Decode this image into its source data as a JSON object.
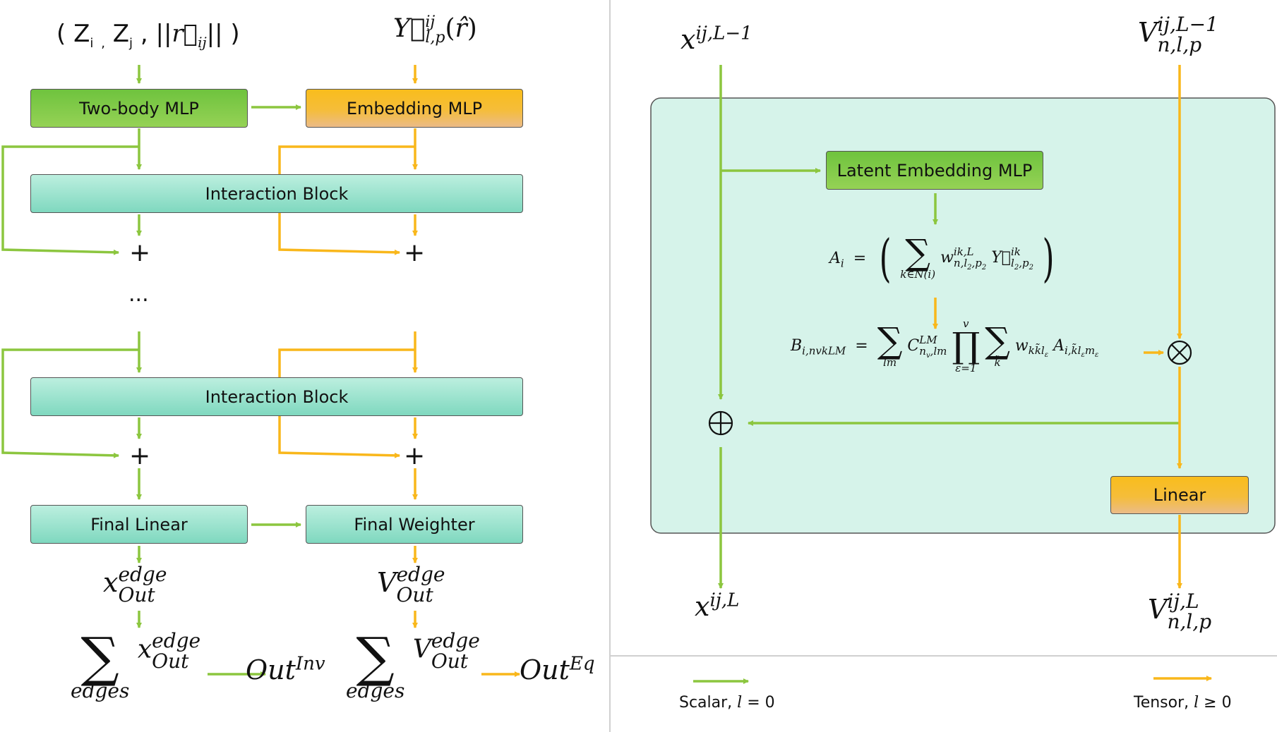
{
  "colors": {
    "scalar": "#8cc63f",
    "tensor": "#f9b71b",
    "panel": "#d6f3ea"
  },
  "left": {
    "inputs": {
      "scalar": "( Zi , Zj , ||r⃗ij|| )",
      "tensor": "Y⃗ijl,p(r̂)"
    },
    "boxes": {
      "two_body": "Two-body MLP",
      "embedding": "Embedding MLP",
      "interaction_1": "Interaction Block",
      "interaction_2": "Interaction Block",
      "final_linear": "Final Linear",
      "final_weighter": "Final Weighter"
    },
    "ellipsis": "...",
    "plus": "+",
    "outputs": {
      "x_edge": "xedgeOut",
      "v_edge": "VedgeOut",
      "sum_x": "∑edges xedgeOut",
      "sum_v": "∑edges VedgeOut",
      "out_inv": "OutInv",
      "out_eq": "OutEq"
    }
  },
  "right": {
    "x_in": "xij,L−1",
    "v_in": "Vij,L−1n,l,p",
    "latent_mlp": "Latent Embedding MLP",
    "linear": "Linear",
    "a_eq": "Ai = ( ∑k∈N(i) wik,Ln,l2,p2 Y⃗ikl2,p2 )",
    "b_eq": "Bi,nvkLM = ∑lm CLMnv,lm ∏ε=1..v ∑k̃ wkk̃lε Ai,k̃lεmε",
    "x_out": "xij,L",
    "v_out": "Vij,Ln,l,p"
  },
  "legend": {
    "scalar": "Scalar, l = 0",
    "tensor": "Tensor, l ≥ 0"
  }
}
